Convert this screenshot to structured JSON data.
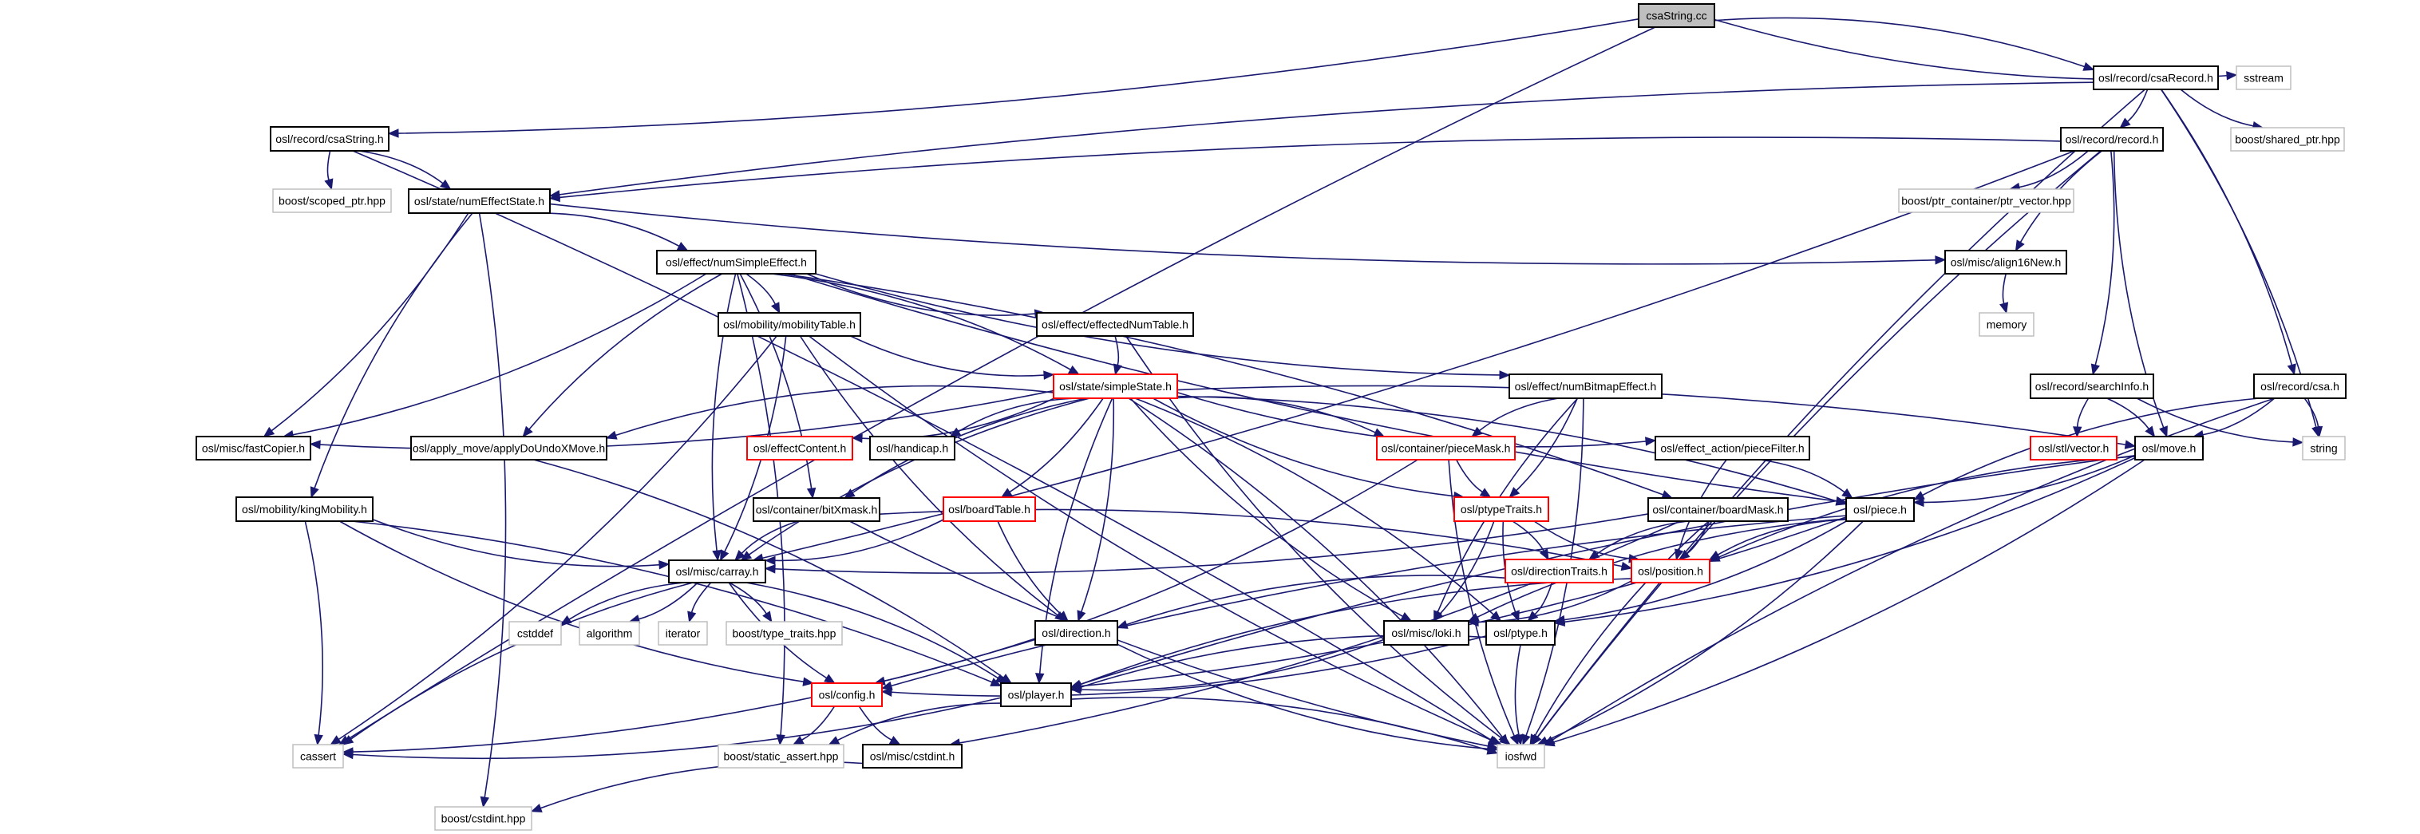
{
  "title": "csaString.cc",
  "colors": {
    "edge": "#191970",
    "root_fill": "#bfbfbf",
    "normal_border": "#000000",
    "truncated_border": "#ff0000",
    "external_border": "#bfbfbf"
  },
  "nodes": [
    {
      "id": "csaString_cc",
      "label": "csaString.cc",
      "kind": "root"
    },
    {
      "id": "csaRecord",
      "label": "osl/record/csaRecord.h",
      "kind": "normal"
    },
    {
      "id": "sstream",
      "label": "sstream",
      "kind": "external"
    },
    {
      "id": "csaString_h",
      "label": "osl/record/csaString.h",
      "kind": "normal"
    },
    {
      "id": "record",
      "label": "osl/record/record.h",
      "kind": "normal"
    },
    {
      "id": "shared_ptr",
      "label": "boost/shared_ptr.hpp",
      "kind": "external"
    },
    {
      "id": "scoped_ptr",
      "label": "boost/scoped_ptr.hpp",
      "kind": "external"
    },
    {
      "id": "numEffectState",
      "label": "osl/state/numEffectState.h",
      "kind": "normal"
    },
    {
      "id": "ptr_vector",
      "label": "boost/ptr_container/ptr_vector.hpp",
      "kind": "external"
    },
    {
      "id": "numSimpleEffect",
      "label": "osl/effect/numSimpleEffect.h",
      "kind": "normal"
    },
    {
      "id": "align16New",
      "label": "osl/misc/align16New.h",
      "kind": "normal"
    },
    {
      "id": "memory",
      "label": "memory",
      "kind": "external"
    },
    {
      "id": "mobilityTable",
      "label": "osl/mobility/mobilityTable.h",
      "kind": "normal"
    },
    {
      "id": "effectedNumTable",
      "label": "osl/effect/effectedNumTable.h",
      "kind": "normal"
    },
    {
      "id": "simpleState",
      "label": "osl/state/simpleState.h",
      "kind": "truncated"
    },
    {
      "id": "numBitmapEffect",
      "label": "osl/effect/numBitmapEffect.h",
      "kind": "normal"
    },
    {
      "id": "searchInfo",
      "label": "osl/record/searchInfo.h",
      "kind": "normal"
    },
    {
      "id": "csa_h",
      "label": "osl/record/csa.h",
      "kind": "normal"
    },
    {
      "id": "fastCopier",
      "label": "osl/misc/fastCopier.h",
      "kind": "normal"
    },
    {
      "id": "applyDoUndo",
      "label": "osl/apply_move/applyDoUndoXMove.h",
      "kind": "normal"
    },
    {
      "id": "effectContent",
      "label": "osl/effectContent.h",
      "kind": "truncated"
    },
    {
      "id": "handicap",
      "label": "osl/handicap.h",
      "kind": "normal"
    },
    {
      "id": "pieceMask",
      "label": "osl/container/pieceMask.h",
      "kind": "truncated"
    },
    {
      "id": "pieceFilter",
      "label": "osl/effect_action/pieceFilter.h",
      "kind": "normal"
    },
    {
      "id": "stlvector",
      "label": "osl/stl/vector.h",
      "kind": "truncated"
    },
    {
      "id": "move",
      "label": "osl/move.h",
      "kind": "normal"
    },
    {
      "id": "string",
      "label": "string",
      "kind": "external"
    },
    {
      "id": "kingMobility",
      "label": "osl/mobility/kingMobility.h",
      "kind": "normal"
    },
    {
      "id": "bitXmask",
      "label": "osl/container/bitXmask.h",
      "kind": "normal"
    },
    {
      "id": "boardTable",
      "label": "osl/boardTable.h",
      "kind": "truncated"
    },
    {
      "id": "ptypeTraits",
      "label": "osl/ptypeTraits.h",
      "kind": "truncated"
    },
    {
      "id": "boardMask",
      "label": "osl/container/boardMask.h",
      "kind": "normal"
    },
    {
      "id": "piece",
      "label": "osl/piece.h",
      "kind": "normal"
    },
    {
      "id": "carray",
      "label": "osl/misc/carray.h",
      "kind": "normal"
    },
    {
      "id": "directionTraits",
      "label": "osl/directionTraits.h",
      "kind": "truncated"
    },
    {
      "id": "position",
      "label": "osl/position.h",
      "kind": "truncated"
    },
    {
      "id": "cstddef",
      "label": "cstddef",
      "kind": "external"
    },
    {
      "id": "algorithm",
      "label": "algorithm",
      "kind": "external"
    },
    {
      "id": "iterator",
      "label": "iterator",
      "kind": "external"
    },
    {
      "id": "type_traits",
      "label": "boost/type_traits.hpp",
      "kind": "external"
    },
    {
      "id": "direction",
      "label": "osl/direction.h",
      "kind": "normal"
    },
    {
      "id": "loki",
      "label": "osl/misc/loki.h",
      "kind": "normal"
    },
    {
      "id": "ptype",
      "label": "osl/ptype.h",
      "kind": "normal"
    },
    {
      "id": "config",
      "label": "osl/config.h",
      "kind": "truncated"
    },
    {
      "id": "player",
      "label": "osl/player.h",
      "kind": "normal"
    },
    {
      "id": "cassert",
      "label": "cassert",
      "kind": "external"
    },
    {
      "id": "static_assert",
      "label": "boost/static_assert.hpp",
      "kind": "external"
    },
    {
      "id": "misc_cstdint",
      "label": "osl/misc/cstdint.h",
      "kind": "normal"
    },
    {
      "id": "iosfwd",
      "label": "iosfwd",
      "kind": "external"
    },
    {
      "id": "boost_cstdint",
      "label": "boost/cstdint.hpp",
      "kind": "external"
    }
  ],
  "edges": [
    [
      "csaString_cc",
      "csaRecord"
    ],
    [
      "csaString_cc",
      "sstream"
    ],
    [
      "csaString_cc",
      "csaString_h"
    ],
    [
      "csaString_cc",
      "cassert"
    ],
    [
      "csaRecord",
      "record"
    ],
    [
      "csaRecord",
      "shared_ptr"
    ],
    [
      "csaRecord",
      "csa_h"
    ],
    [
      "csaRecord",
      "numEffectState"
    ],
    [
      "csaRecord",
      "string"
    ],
    [
      "csaRecord",
      "iosfwd"
    ],
    [
      "csaString_h",
      "numEffectState"
    ],
    [
      "csaString_h",
      "scoped_ptr"
    ],
    [
      "csaString_h",
      "iosfwd"
    ],
    [
      "record",
      "numEffectState"
    ],
    [
      "record",
      "ptr_vector"
    ],
    [
      "record",
      "align16New"
    ],
    [
      "record",
      "searchInfo"
    ],
    [
      "record",
      "move"
    ],
    [
      "record",
      "carray"
    ],
    [
      "record",
      "iosfwd"
    ],
    [
      "numEffectState",
      "numSimpleEffect"
    ],
    [
      "numEffectState",
      "align16New"
    ],
    [
      "numEffectState",
      "fastCopier"
    ],
    [
      "numEffectState",
      "kingMobility"
    ],
    [
      "numEffectState",
      "boost_cstdint"
    ],
    [
      "align16New",
      "memory"
    ],
    [
      "numSimpleEffect",
      "mobilityTable"
    ],
    [
      "numSimpleEffect",
      "effectedNumTable"
    ],
    [
      "numSimpleEffect",
      "simpleState"
    ],
    [
      "numSimpleEffect",
      "numBitmapEffect"
    ],
    [
      "numSimpleEffect",
      "fastCopier"
    ],
    [
      "numSimpleEffect",
      "applyDoUndo"
    ],
    [
      "numSimpleEffect",
      "bitXmask"
    ],
    [
      "numSimpleEffect",
      "carray"
    ],
    [
      "numSimpleEffect",
      "boardMask"
    ],
    [
      "numSimpleEffect",
      "piece"
    ],
    [
      "numSimpleEffect",
      "static_assert"
    ],
    [
      "mobilityTable",
      "simpleState"
    ],
    [
      "mobilityTable",
      "carray"
    ],
    [
      "mobilityTable",
      "direction"
    ],
    [
      "mobilityTable",
      "cassert"
    ],
    [
      "mobilityTable",
      "iosfwd"
    ],
    [
      "effectedNumTable",
      "simpleState"
    ],
    [
      "effectedNumTable",
      "iosfwd"
    ],
    [
      "simpleState",
      "fastCopier"
    ],
    [
      "simpleState",
      "applyDoUndo"
    ],
    [
      "simpleState",
      "effectContent"
    ],
    [
      "simpleState",
      "handicap"
    ],
    [
      "simpleState",
      "pieceMask"
    ],
    [
      "simpleState",
      "pieceFilter"
    ],
    [
      "simpleState",
      "move"
    ],
    [
      "simpleState",
      "bitXmask"
    ],
    [
      "simpleState",
      "boardTable"
    ],
    [
      "simpleState",
      "ptypeTraits"
    ],
    [
      "simpleState",
      "piece"
    ],
    [
      "simpleState",
      "carray"
    ],
    [
      "simpleState",
      "direction"
    ],
    [
      "simpleState",
      "loki"
    ],
    [
      "simpleState",
      "ptype"
    ],
    [
      "simpleState",
      "player"
    ],
    [
      "simpleState",
      "iosfwd"
    ],
    [
      "numBitmapEffect",
      "pieceMask"
    ],
    [
      "numBitmapEffect",
      "ptypeTraits"
    ],
    [
      "numBitmapEffect",
      "loki"
    ],
    [
      "numBitmapEffect",
      "iosfwd"
    ],
    [
      "searchInfo",
      "stlvector"
    ],
    [
      "searchInfo",
      "move"
    ],
    [
      "searchInfo",
      "string"
    ],
    [
      "csa_h",
      "move"
    ],
    [
      "csa_h",
      "piece"
    ],
    [
      "csa_h",
      "string"
    ],
    [
      "csa_h",
      "iosfwd"
    ],
    [
      "applyDoUndo",
      "player"
    ],
    [
      "pieceMask",
      "ptypeTraits"
    ],
    [
      "pieceMask",
      "config"
    ],
    [
      "pieceMask",
      "iosfwd"
    ],
    [
      "pieceFilter",
      "piece"
    ],
    [
      "pieceFilter",
      "position"
    ],
    [
      "move",
      "piece"
    ],
    [
      "move",
      "position"
    ],
    [
      "move",
      "ptype"
    ],
    [
      "move",
      "player"
    ],
    [
      "move",
      "iosfwd"
    ],
    [
      "kingMobility",
      "carray"
    ],
    [
      "kingMobility",
      "player"
    ],
    [
      "kingMobility",
      "config"
    ],
    [
      "kingMobility",
      "cassert"
    ],
    [
      "bitXmask",
      "carray"
    ],
    [
      "bitXmask",
      "position"
    ],
    [
      "bitXmask",
      "iosfwd"
    ],
    [
      "boardTable",
      "carray"
    ],
    [
      "boardTable",
      "direction"
    ],
    [
      "ptypeTraits",
      "directionTraits"
    ],
    [
      "ptypeTraits",
      "position"
    ],
    [
      "ptypeTraits",
      "loki"
    ],
    [
      "ptypeTraits",
      "ptype"
    ],
    [
      "boardMask",
      "carray"
    ],
    [
      "boardMask",
      "directionTraits"
    ],
    [
      "boardMask",
      "position"
    ],
    [
      "boardMask",
      "iosfwd"
    ],
    [
      "boardMask",
      "misc_cstdint"
    ],
    [
      "piece",
      "position"
    ],
    [
      "piece",
      "ptype"
    ],
    [
      "piece",
      "loki"
    ],
    [
      "piece",
      "player"
    ],
    [
      "piece",
      "config"
    ],
    [
      "piece",
      "iosfwd"
    ],
    [
      "carray",
      "cstddef"
    ],
    [
      "carray",
      "algorithm"
    ],
    [
      "carray",
      "iterator"
    ],
    [
      "carray",
      "type_traits"
    ],
    [
      "carray",
      "config"
    ],
    [
      "carray",
      "player"
    ],
    [
      "carray",
      "cassert"
    ],
    [
      "directionTraits",
      "ptype"
    ],
    [
      "directionTraits",
      "direction"
    ],
    [
      "position",
      "loki"
    ],
    [
      "position",
      "player"
    ],
    [
      "direction",
      "cassert"
    ],
    [
      "direction",
      "iosfwd"
    ],
    [
      "loki",
      "player"
    ],
    [
      "ptype",
      "player"
    ],
    [
      "ptype",
      "config"
    ],
    [
      "ptype",
      "iosfwd"
    ],
    [
      "config",
      "static_assert"
    ],
    [
      "config",
      "misc_cstdint"
    ],
    [
      "player",
      "cassert"
    ],
    [
      "player",
      "static_assert"
    ],
    [
      "player",
      "iosfwd"
    ],
    [
      "misc_cstdint",
      "boost_cstdint"
    ]
  ]
}
